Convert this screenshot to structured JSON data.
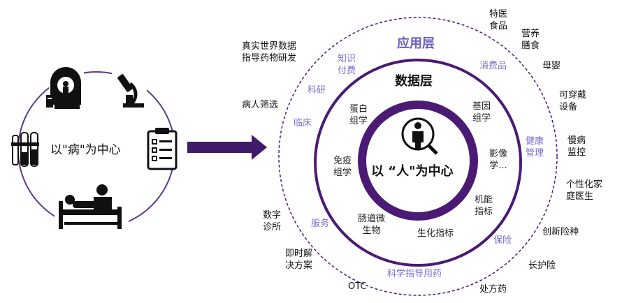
{
  "left": {
    "center_text": "以\"病\"为中心"
  },
  "right": {
    "center_text": "以 “人\"为中心",
    "app_layer_title": "应用层",
    "data_layer_title": "数据层",
    "data_items": [
      {
        "id": "proteomics",
        "text": "蛋白\n组学"
      },
      {
        "id": "genomics",
        "text": "基因\n组学"
      },
      {
        "id": "imaging",
        "text": "影像\n学..."
      },
      {
        "id": "immunomics",
        "text": "免疫\n组学"
      },
      {
        "id": "function",
        "text": "机能\n指标"
      },
      {
        "id": "microbiome",
        "text": "肠道微\n生物"
      },
      {
        "id": "biochem",
        "text": "生化指标"
      }
    ],
    "app_items": [
      {
        "id": "knowledge-pay",
        "text": "知识\n付费"
      },
      {
        "id": "research",
        "text": "科研"
      },
      {
        "id": "clinical",
        "text": "临床"
      },
      {
        "id": "service",
        "text": "服务"
      },
      {
        "id": "consumer",
        "text": "消费品"
      },
      {
        "id": "health-mgmt",
        "text": "健康\n管理"
      },
      {
        "id": "insurance",
        "text": "保险"
      },
      {
        "id": "drug-guidance",
        "text": "科学指导用药"
      }
    ],
    "outer_items": [
      {
        "id": "rwd",
        "text": "真实世界数据\n指导药物研发"
      },
      {
        "id": "screening",
        "text": "病人筛选"
      },
      {
        "id": "digital-clinic",
        "text": "数字\n诊所"
      },
      {
        "id": "instant-solution",
        "text": "即时解\n决方案"
      },
      {
        "id": "otc",
        "text": "OTC"
      },
      {
        "id": "special-food",
        "text": "特医\n食品"
      },
      {
        "id": "nutrition",
        "text": "营养\n膳食"
      },
      {
        "id": "maternal",
        "text": "母婴"
      },
      {
        "id": "wearables",
        "text": "可穿戴\n设备"
      },
      {
        "id": "chronic",
        "text": "慢病\n监控"
      },
      {
        "id": "family-doctor",
        "text": "个性化家\n庭医生"
      },
      {
        "id": "innovative-insurance",
        "text": "创新险种"
      },
      {
        "id": "long-term-care",
        "text": "长护险"
      },
      {
        "id": "prescription",
        "text": "处方药"
      }
    ]
  },
  "colors": {
    "dark_purple": "#4B1A74",
    "ring_purple": "#5B3A8C",
    "label_purple": "#7B6FD0",
    "title_purple": "#6B5DBF",
    "arrow": "#3E1A68",
    "icon_black": "#111111"
  },
  "icons": [
    "mri-scanner-icon",
    "microscope-icon",
    "test-tubes-icon",
    "clipboard-icon",
    "hospital-bed-icon",
    "person-search-icon"
  ]
}
